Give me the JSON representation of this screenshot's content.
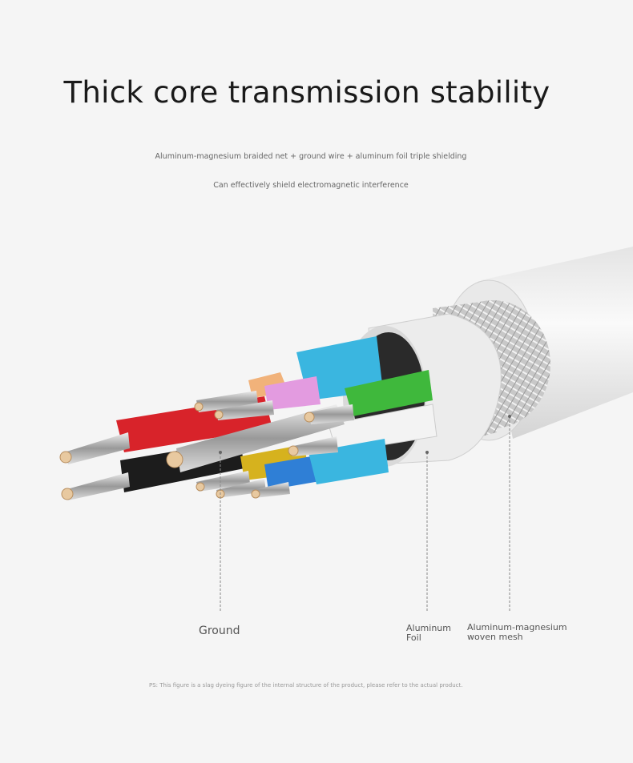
{
  "title": "Thick core transmission stability",
  "subtitle_lines": [
    "Aluminum-magnesium braided net + ground wire + aluminum foil triple shielding",
    "Can effectively shield electromagnetic interference"
  ],
  "callouts": {
    "ground": "Ground",
    "aluminum_foil": [
      "Aluminum",
      "Foil"
    ],
    "woven_mesh": [
      "Aluminum-magnesium",
      "woven mesh"
    ]
  },
  "footnote": "PS: This figure is a slag dyeing figure of the internal structure of the product, please refer to the actual product.",
  "colors": {
    "background": "#f5f5f5",
    "red": "#d8232a",
    "blue_cyan": "#3ab6e0",
    "green": "#3fb83c",
    "pink": "#e39be0",
    "yellow": "#d6b21e",
    "blue": "#2f7fd6",
    "black": "#1c1c1c",
    "orange": "#f1b27a"
  }
}
